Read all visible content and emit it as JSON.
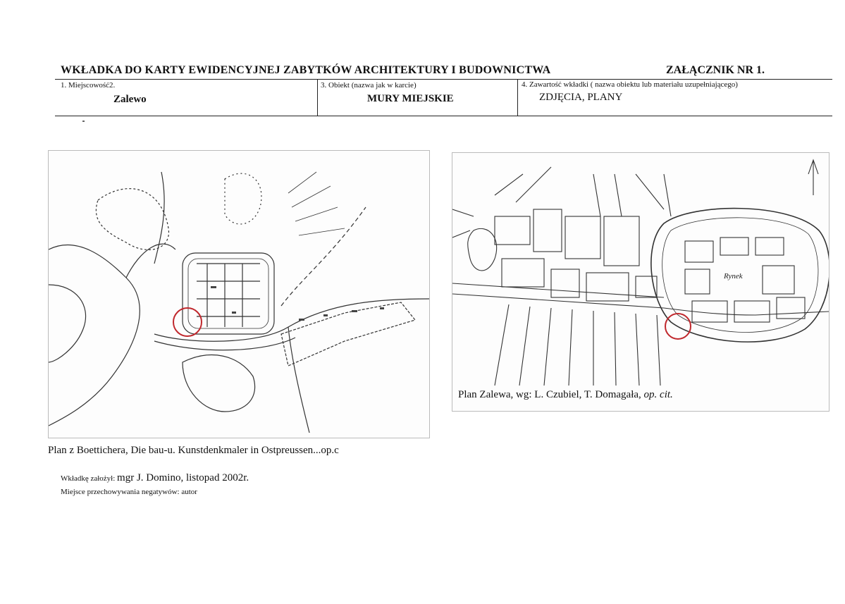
{
  "header": {
    "title": "WKŁADKA DO KARTY EWIDENCYJNEJ ZABYTKÓW ARCHITEKTURY I BUDOWNICTWA",
    "annex": "ZAŁĄCZNIK NR 1."
  },
  "fields": {
    "locality": {
      "label": "1.   Miejscowość2.",
      "value": "Zalewo"
    },
    "object": {
      "label": "3.   Obiekt (nazwa jak w karcie)",
      "value": "MURY MIEJSKIE"
    },
    "contents": {
      "label": "4.   Zawartość wkładki ( nazwa obiektu lub materiału uzupełniającego)",
      "value": "ZDJĘCIA, PLANY"
    }
  },
  "maps": {
    "left": {
      "caption": "Plan z Boettichera, Die bau-u. Kunstdenkmaler in Ostpreussen...op.c"
    },
    "right": {
      "caption_prefix": "Plan Zalewa, wg: L. Czubiel, T. Domagała, ",
      "caption_italic": "op. cit.",
      "square_label": "Rynek"
    }
  },
  "footer": {
    "author_label": "Wkładkę założył: ",
    "author_value": "mgr J. Domino, listopad 2002r.",
    "storage": "Miejsce przechowywania negatywów: autor"
  },
  "colors": {
    "ink": "#111111",
    "highlight": "#c0282d"
  }
}
